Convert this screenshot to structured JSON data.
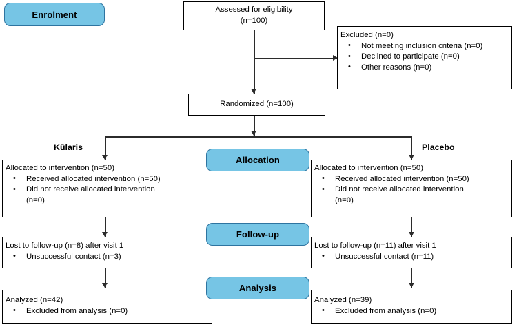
{
  "diagram": {
    "type": "consort-flow-diagram",
    "accent_color": "#76C5E5",
    "accent_border_color": "#2E74A0",
    "box_border_color": "#000000",
    "connector_color": "#2B2B2B",
    "background_color": "#FFFFFF"
  },
  "stages": {
    "enrolment": "Enrolment",
    "allocation": "Allocation",
    "followup": "Follow-up",
    "analysis": "Analysis"
  },
  "arms": {
    "left": "Kūlaris",
    "right": "Placebo"
  },
  "enrolment": {
    "assessed": {
      "line1": "Assessed for eligibility",
      "line2": "(n=100)"
    },
    "excluded": {
      "title": "Excluded (n=0)",
      "items": [
        "Not meeting inclusion criteria (n=0)",
        "Declined to participate (n=0)",
        "Other reasons (n=0)"
      ]
    },
    "randomized": "Randomized (n=100)"
  },
  "allocation": {
    "left": {
      "title": "Allocated to intervention (n=50)",
      "items": [
        "Received allocated intervention (n=50)",
        "Did not receive allocated intervention"
      ],
      "item2_continuation": "(n=0)"
    },
    "right": {
      "title": "Allocated to intervention (n=50)",
      "items": [
        "Received allocated intervention (n=50)",
        "Did not receive allocated intervention"
      ],
      "item2_continuation": "(n=0)"
    }
  },
  "followup": {
    "left": {
      "title": "Lost to follow-up (n=8) after visit 1",
      "items": [
        "Unsuccessful contact (n=3)"
      ]
    },
    "right": {
      "title": "Lost to follow-up (n=11) after visit 1",
      "items": [
        "Unsuccessful contact (n=11)"
      ]
    }
  },
  "analysis": {
    "left": {
      "title": "Analyzed (n=42)",
      "items": [
        "Excluded from analysis (n=0)"
      ]
    },
    "right": {
      "title": "Analyzed (n=39)",
      "items": [
        "Excluded from analysis (n=0)"
      ]
    }
  }
}
